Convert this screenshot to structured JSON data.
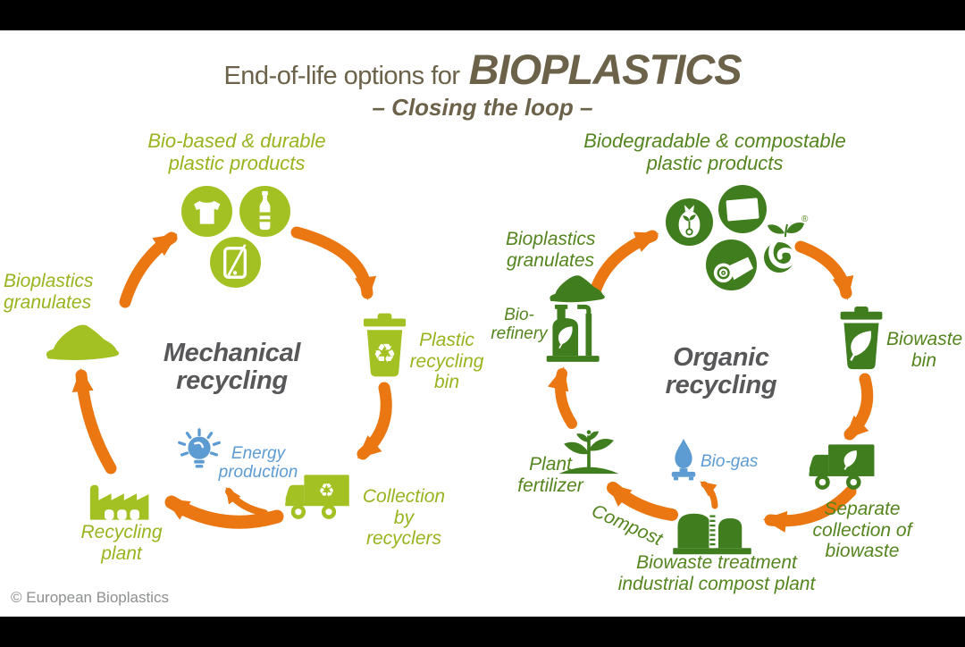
{
  "title": {
    "prefix": "End-of-life options for",
    "main": "BIOPLASTICS",
    "subtitle": "– Closing the loop –"
  },
  "copyright": "© European Bioplastics",
  "icons": {
    "recycle_glyph": "♻"
  },
  "colors": {
    "light_green": "#a3c122",
    "light_green_text": "#98b41e",
    "dark_green": "#3f7d1e",
    "dark_green_text": "#54851f",
    "orange": "#ea7711",
    "blue": "#5d9bd3",
    "title_olive": "#6b6249",
    "heading_gray": "#58585a",
    "copyright_gray": "#8d8f90"
  },
  "mechanical": {
    "heading": "Mechanical recycling",
    "product_label": "Bio-based & durable plastic products",
    "granulates_label": "Bioplastics granulates",
    "bin_label": "Plastic recycling bin",
    "collection_label": "Collection by recyclers",
    "energy_label": "Energy production",
    "plant_label": "Recycling plant"
  },
  "organic": {
    "heading": "Organic recycling",
    "product_label": "Biodegradable & compostable plastic products",
    "granulates_label": "Bioplastics granulates",
    "refinery_label": "Bio-refinery",
    "bin_label": "Biowaste bin",
    "collection_label": "Separate collection of biowaste",
    "biogas_label": "Bio-gas",
    "compost_label": "Compost",
    "fertilizer_label": "Plant fertilizer",
    "treatment_label": "Biowaste treatment industrial compost plant",
    "registered_mark": "®"
  }
}
